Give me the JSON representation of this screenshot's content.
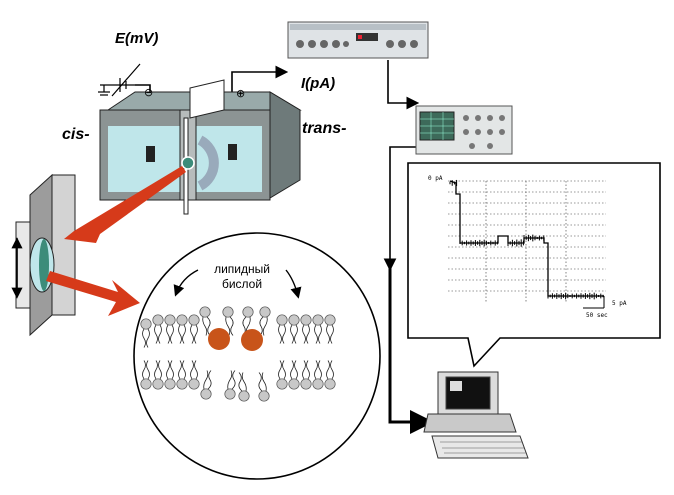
{
  "labels": {
    "voltage": "E(mV)",
    "current": "I(pA)",
    "cis": "cis-",
    "trans": "trans-",
    "minus": "⊖",
    "plus": "⊕",
    "bilayer_line1": "липидный",
    "bilayer_line2": "бислой"
  },
  "trace": {
    "y_top_label": "0 pA",
    "scale_current": "5 pA",
    "scale_time": "50 sec"
  },
  "colors": {
    "water": "#bfe6ea",
    "arrow_red": "#d63a1a",
    "lipid_head": "#c8c8c8",
    "protein": "#c8541a"
  }
}
